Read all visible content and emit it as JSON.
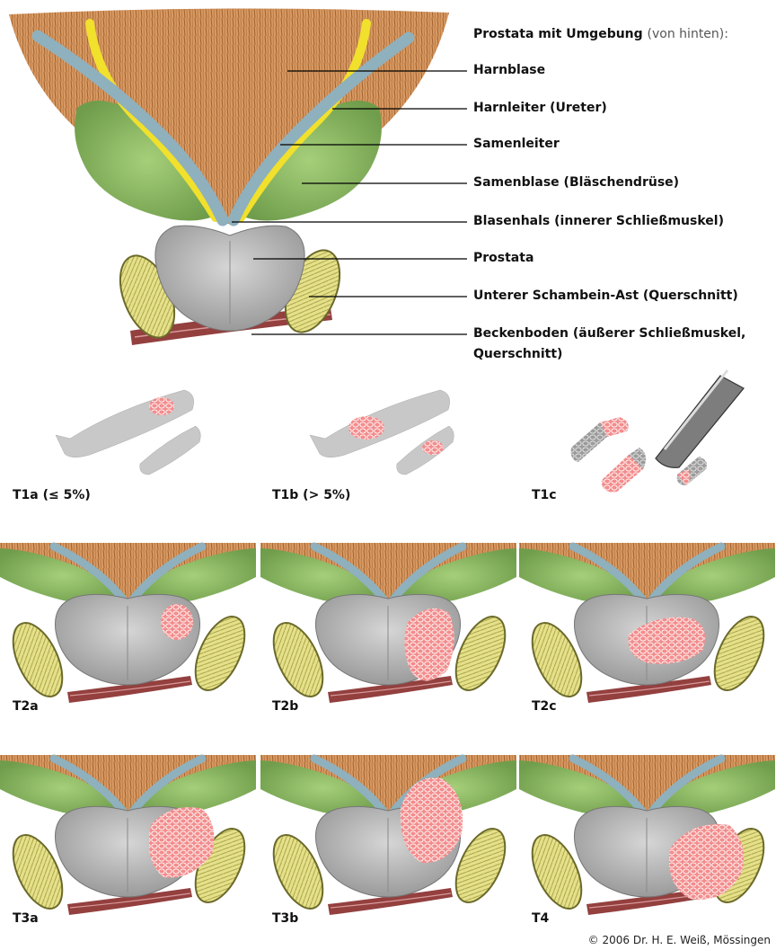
{
  "title": {
    "main": "Prostata mit Umgebung",
    "sub": "(von hinten):"
  },
  "labels": [
    "Harnblase",
    "Harnleiter (Ureter)",
    "Samenleiter",
    "Samenblase (Bläschendrüse)",
    "Blasenhals (innerer Schließmuskel)",
    "Prostata",
    "Unterer Schambein-Ast (Querschnitt)",
    "Beckenboden (äußerer Schließmuskel,",
    "Querschnitt)"
  ],
  "stages": [
    {
      "label": "T1a (≤ 5%)"
    },
    {
      "label": "T1b (> 5%)"
    },
    {
      "label": "T1c"
    },
    {
      "label": "T2a"
    },
    {
      "label": "T2b"
    },
    {
      "label": "T2c"
    },
    {
      "label": "T3a"
    },
    {
      "label": "T3b"
    },
    {
      "label": "T4"
    }
  ],
  "copyright": "© 2006 Dr. H. E. Weiß, Mössingen",
  "colors": {
    "bladder": "#c98a55",
    "seminal_vesicle": "#8fbc68",
    "vas": "#8fb0bd",
    "ureter": "#f0df2a",
    "prostate": "#b9b9b9",
    "bone": "#d8d37a",
    "floor": "#8b3a3a",
    "tumor": "#f07070"
  }
}
